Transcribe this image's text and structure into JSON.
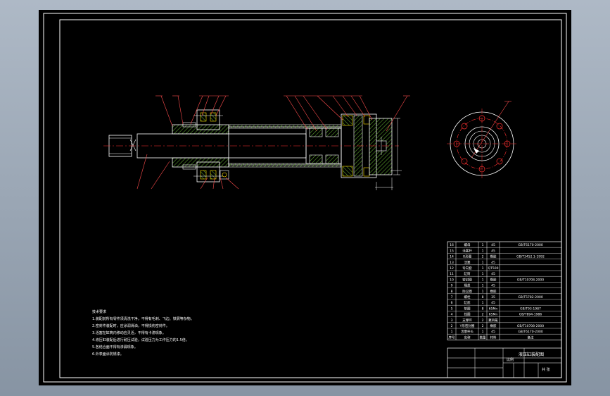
{
  "colors": {
    "background": "#000000",
    "outer_frame": "#8794a3",
    "line": "#ffffff",
    "hatch": "#5aa02c",
    "center_line": "#ff3030",
    "leader": "#ff4d4d",
    "bolt": "#ffe000"
  },
  "title_block": {
    "drawing_name": "液压缸装配图",
    "scale_label": "比例",
    "sheet_label": "共 张"
  },
  "parts_list": {
    "rows": [
      {
        "no": "16",
        "name": "螺母",
        "qty": "1",
        "material": "45",
        "std": "GB/T6170-2000"
      },
      {
        "no": "15",
        "name": "活塞杆",
        "qty": "1",
        "material": "45",
        "std": ""
      },
      {
        "no": "14",
        "name": "O形圈",
        "qty": "2",
        "material": "橡胶",
        "std": "GB/T3452.1-1992"
      },
      {
        "no": "13",
        "name": "活塞",
        "qty": "1",
        "material": "45",
        "std": ""
      },
      {
        "no": "12",
        "name": "导向套",
        "qty": "1",
        "material": "QT500",
        "std": ""
      },
      {
        "no": "11",
        "name": "缸筒",
        "qty": "1",
        "material": "45",
        "std": ""
      },
      {
        "no": "10",
        "name": "密封圈",
        "qty": "1",
        "material": "橡胶",
        "std": "GB/T10708-2000"
      },
      {
        "no": "9",
        "name": "端盖",
        "qty": "1",
        "material": "45",
        "std": ""
      },
      {
        "no": "8",
        "name": "防尘圈",
        "qty": "1",
        "material": "橡胶",
        "std": ""
      },
      {
        "no": "7",
        "name": "螺栓",
        "qty": "8",
        "material": "35",
        "std": "GB/T5782-2000"
      },
      {
        "no": "6",
        "name": "缸底",
        "qty": "1",
        "material": "45",
        "std": ""
      },
      {
        "no": "5",
        "name": "垫圈",
        "qty": "8",
        "material": "65Mn",
        "std": "GB/T93-1987"
      },
      {
        "no": "4",
        "name": "挡圈",
        "qty": "2",
        "material": "65Mn",
        "std": "GB/T894-1986"
      },
      {
        "no": "3",
        "name": "支撑环",
        "qty": "2",
        "material": "聚四氟",
        "std": ""
      },
      {
        "no": "2",
        "name": "Y形密封圈",
        "qty": "2",
        "material": "橡胶",
        "std": "GB/T10708-2000"
      },
      {
        "no": "1",
        "name": "活塞杆头",
        "qty": "1",
        "material": "45",
        "std": "GB/T6170-2000"
      }
    ],
    "header": {
      "no": "序号",
      "name": "名称",
      "qty": "数量",
      "material": "材料",
      "std": "备注"
    }
  },
  "notes": {
    "title": "技术要求",
    "lines": [
      "1.装配前所有零件须清洗干净，不得有毛刺、飞边、铁屑等杂物。",
      "2.密封件装配时，应涂润滑油，不得损伤密封件。",
      "3.活塞在缸筒内移动应灵活，不得有卡滞现象。",
      "4.液压缸装配后进行耐压试验，试验压力为工作压力的1.5倍。",
      "5.各结合面不得有渗漏现象。",
      "6.外表面涂防锈漆。"
    ]
  }
}
